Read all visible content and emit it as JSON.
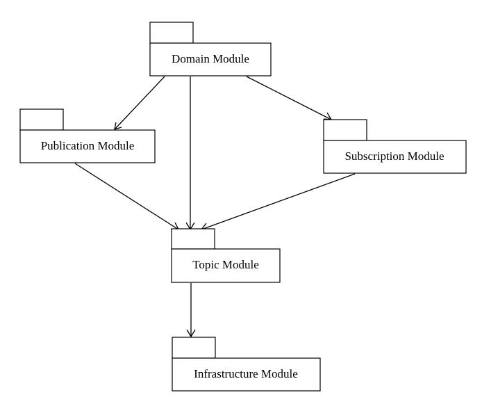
{
  "packages": {
    "domain": {
      "label": "Domain Module"
    },
    "publication": {
      "label": "Publication Module"
    },
    "subscription": {
      "label": "Subscription Module"
    },
    "topic": {
      "label": "Topic Module"
    },
    "infrastructure": {
      "label": "Infrastructure Module"
    }
  },
  "dependencies": [
    {
      "from": "domain",
      "to": "publication"
    },
    {
      "from": "domain",
      "to": "topic"
    },
    {
      "from": "domain",
      "to": "subscription"
    },
    {
      "from": "publication",
      "to": "topic"
    },
    {
      "from": "subscription",
      "to": "topic"
    },
    {
      "from": "topic",
      "to": "infrastructure"
    }
  ]
}
